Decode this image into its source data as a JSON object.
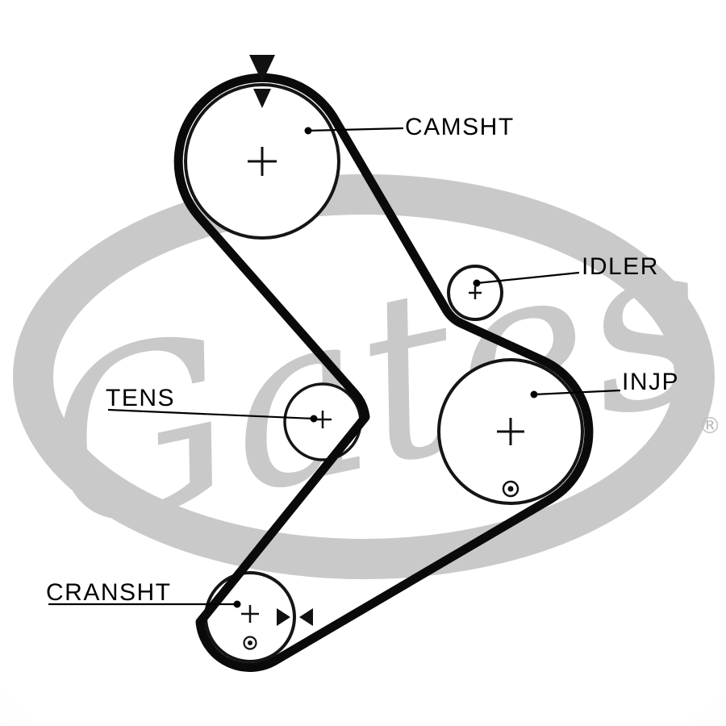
{
  "diagram": {
    "type": "timing-belt-routing",
    "watermark": {
      "brand": "Gates",
      "registered_mark": "®"
    },
    "labels": {
      "camshaft": "CAMSHT",
      "idler": "IDLER",
      "injection_pump": "INJP",
      "tensioner": "TENS",
      "crankshaft": "CRANSHT"
    },
    "colors": {
      "background": "#fdfdfd",
      "belt": "#0a0a0a",
      "pulley_outline": "#151515",
      "label_text": "#000000",
      "watermark_gray": "#c9c9c9"
    }
  }
}
